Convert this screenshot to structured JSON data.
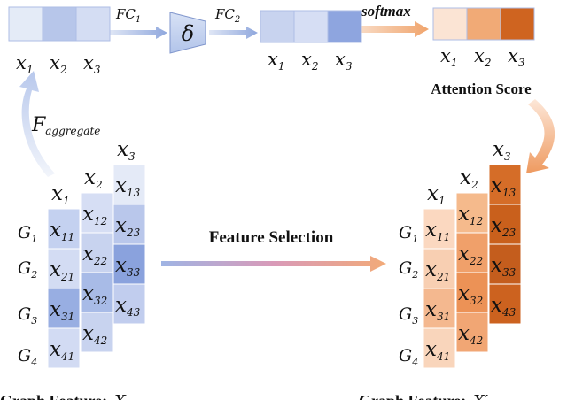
{
  "top_vector": {
    "labels": [
      {
        "base": "x",
        "sub": "1"
      },
      {
        "base": "x",
        "sub": "2"
      },
      {
        "base": "x",
        "sub": "3"
      }
    ],
    "colors": [
      "#e4ebf7",
      "#b7c6ea",
      "#d4ddf3"
    ]
  },
  "fc1": {
    "base": "FC",
    "sub": "1"
  },
  "delta": "δ",
  "fc2": {
    "base": "FC",
    "sub": "2"
  },
  "mid_vector": {
    "labels": [
      {
        "base": "x",
        "sub": "1"
      },
      {
        "base": "x",
        "sub": "2"
      },
      {
        "base": "x",
        "sub": "3"
      }
    ],
    "colors": [
      "#c8d3ef",
      "#d6def4",
      "#8ea5df"
    ]
  },
  "softmax": "softmax",
  "score_vector": {
    "labels": [
      {
        "base": "x",
        "sub": "1"
      },
      {
        "base": "x",
        "sub": "2"
      },
      {
        "base": "x",
        "sub": "3"
      }
    ],
    "colors": [
      "#fbe4d4",
      "#f1aa76",
      "#cf6420"
    ]
  },
  "attention_label": "Attention Score",
  "aggregate": {
    "base": "F",
    "sub": "aggregate"
  },
  "groups": [
    {
      "base": "G",
      "sub": "1"
    },
    {
      "base": "G",
      "sub": "2"
    },
    {
      "base": "G",
      "sub": "3"
    },
    {
      "base": "G",
      "sub": "4"
    }
  ],
  "column_headers": [
    {
      "base": "x",
      "sub": "1"
    },
    {
      "base": "x",
      "sub": "2"
    },
    {
      "base": "x",
      "sub": "3"
    }
  ],
  "left_matrix": {
    "columns": [
      [
        {
          "base": "x",
          "sub": "11"
        },
        {
          "base": "x",
          "sub": "21"
        },
        {
          "base": "x",
          "sub": "31"
        },
        {
          "base": "x",
          "sub": "41"
        }
      ],
      [
        {
          "base": "x",
          "sub": "12"
        },
        {
          "base": "x",
          "sub": "22"
        },
        {
          "base": "x",
          "sub": "32"
        },
        {
          "base": "x",
          "sub": "42"
        }
      ],
      [
        {
          "base": "x",
          "sub": "13"
        },
        {
          "base": "x",
          "sub": "23"
        },
        {
          "base": "x",
          "sub": "33"
        },
        {
          "base": "x",
          "sub": "43"
        }
      ]
    ],
    "colors": [
      [
        "#c4d1f0",
        "#d3dcf3",
        "#98aee2",
        "#d2dbf3"
      ],
      [
        "#d6def4",
        "#c8d3ef",
        "#a8bbe7",
        "#c8d3ef"
      ],
      [
        "#e4eaf7",
        "#b9c7eb",
        "#8aa2dd",
        "#c1cdee"
      ]
    ]
  },
  "right_matrix": {
    "columns": [
      [
        {
          "base": "x",
          "sub": "11"
        },
        {
          "base": "x",
          "sub": "21"
        },
        {
          "base": "x",
          "sub": "31"
        },
        {
          "base": "x",
          "sub": "41"
        }
      ],
      [
        {
          "base": "x",
          "sub": "12"
        },
        {
          "base": "x",
          "sub": "22"
        },
        {
          "base": "x",
          "sub": "32"
        },
        {
          "base": "x",
          "sub": "42"
        }
      ],
      [
        {
          "base": "x",
          "sub": "13"
        },
        {
          "base": "x",
          "sub": "23"
        },
        {
          "base": "x",
          "sub": "33"
        },
        {
          "base": "x",
          "sub": "43"
        }
      ]
    ],
    "colors": [
      [
        "#fbd8c0",
        "#f8cfb2",
        "#f4b88f",
        "#f9d5bb"
      ],
      [
        "#f5ba8c",
        "#f0a06a",
        "#ec9256",
        "#f1a674"
      ],
      [
        "#d56d28",
        "#c9601c",
        "#c45d1d",
        "#cc621f"
      ]
    ]
  },
  "feature_selection": "Feature Selection",
  "left_caption": {
    "text": "Graph Feature:",
    "var": "X"
  },
  "right_caption": {
    "text": "Graph Feature:",
    "var": "X′"
  }
}
